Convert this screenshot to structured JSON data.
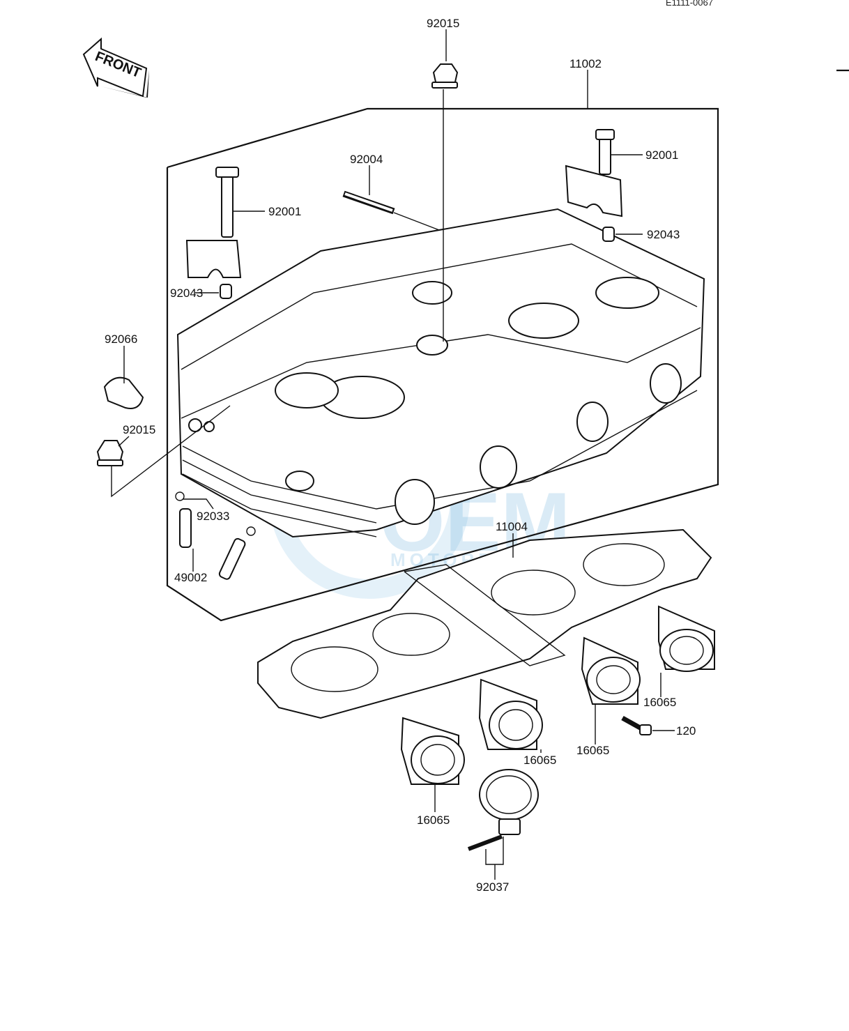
{
  "header": {
    "code": "E1111-0067"
  },
  "front_arrow": {
    "text": "FRONT"
  },
  "watermark": {
    "brand": "OEM",
    "sub": "MOTORPARTS"
  },
  "callouts": {
    "p92015_top": "92015",
    "p11002": "11002",
    "p92004": "92004",
    "p92001_right": "92001",
    "p92001_left": "92001",
    "p92043_right": "92043",
    "p92043_left": "92043",
    "p92066": "92066",
    "p92015_left": "92015",
    "p92033": "92033",
    "p49002": "49002",
    "p11004": "11004",
    "p16065_a": "16065",
    "p120": "120",
    "p16065_b": "16065",
    "p16065_c": "16065",
    "p16065_d": "16065",
    "p92037": "92037"
  },
  "colors": {
    "line": "#111111",
    "watermark": "#5aa7d8"
  }
}
